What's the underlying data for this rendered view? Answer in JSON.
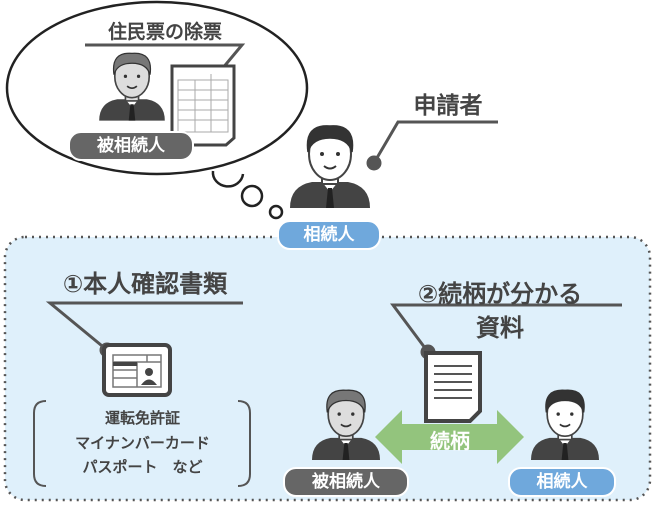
{
  "thought_bubble": {
    "title": "住民票の除票",
    "decedent_label": "被相続人"
  },
  "applicant": {
    "title": "申請者",
    "role_label": "相続人"
  },
  "requirements": {
    "item1": {
      "title": "①本人確認書類",
      "examples": [
        "運転免許証",
        "マイナンバーカード",
        "パスポート　など"
      ]
    },
    "item2": {
      "title_line1": "②続柄が分かる",
      "title_line2": "資料"
    },
    "relationship": {
      "arrow_label": "続柄",
      "left_label": "被相続人",
      "right_label": "相続人"
    }
  },
  "colors": {
    "panel_bg": "#dff0fb",
    "badge_dark": "#666666",
    "badge_blue": "#6fa8dc",
    "arrow_green": "#93c47d"
  }
}
